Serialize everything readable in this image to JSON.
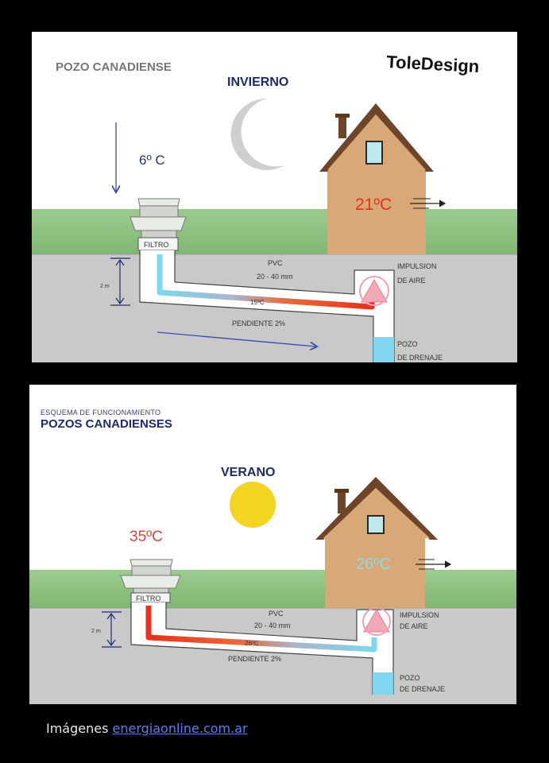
{
  "winter": {
    "title": "POZO CANADIENSE",
    "brand": "ToleDesign",
    "season": "INVIERNO",
    "outside_temp": "6º C",
    "house_temp": "21ºC",
    "filter": "FILTRO",
    "depth": "2 m",
    "pipe": "PVC",
    "pipe_size": "20 - 40 mm",
    "mid_temp": "15ºC",
    "slope": "PENDIENTE 2%",
    "impulse_1": "IMPULSION",
    "impulse_2": "DE AIRE",
    "drain_1": "POZO",
    "drain_2": "DE DRENAJE"
  },
  "summer": {
    "subtitle": "ESQUEMA DE FUNCIONAMIENTO",
    "title": "POZOS CANADIENSES",
    "season": "VERANO",
    "outside_temp": "35ºC",
    "house_temp": "26ºC",
    "filter": "FILTRO",
    "depth": "2 m",
    "pipe": "PVC",
    "pipe_size": "20 - 40 mm",
    "mid_temp": "26ºC",
    "slope": "PENDIENTE 2%",
    "impulse_1": "IMPULSION",
    "impulse_2": "DE AIRE",
    "drain_1": "POZO",
    "drain_2": "DE DRENAJE"
  },
  "caption": {
    "prefix": "Imágenes ",
    "link": "energiaonline.com.ar"
  },
  "colors": {
    "grass": "#8cc07e",
    "ground": "#c9c9c9",
    "house": "#d9a877",
    "roof": "#6e4528",
    "cold": "#7fd6f0",
    "hot": "#e8301c",
    "navy": "#1f2a6b"
  }
}
